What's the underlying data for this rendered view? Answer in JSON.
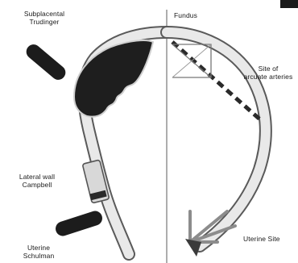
{
  "labels": {
    "subplacental_trudinger": [
      "Subplacental",
      "Trudinger"
    ],
    "lateral_wall_campbell": [
      "Lateral wall",
      "Campbell"
    ],
    "uterine_schulman": [
      "Uterine",
      "Schulman"
    ],
    "fundus": "Fundus",
    "site_of_arcuate_arteries": [
      "Site of",
      "arcuate arteries"
    ],
    "uterine_site": "Uterine Site"
  },
  "colors": {
    "wall_fill": "#e6e6e6",
    "wall_stroke": "#555555",
    "probe_fill": "#1c1c1c",
    "placenta_fill": "#1e1e1e",
    "divider": "#888888"
  }
}
